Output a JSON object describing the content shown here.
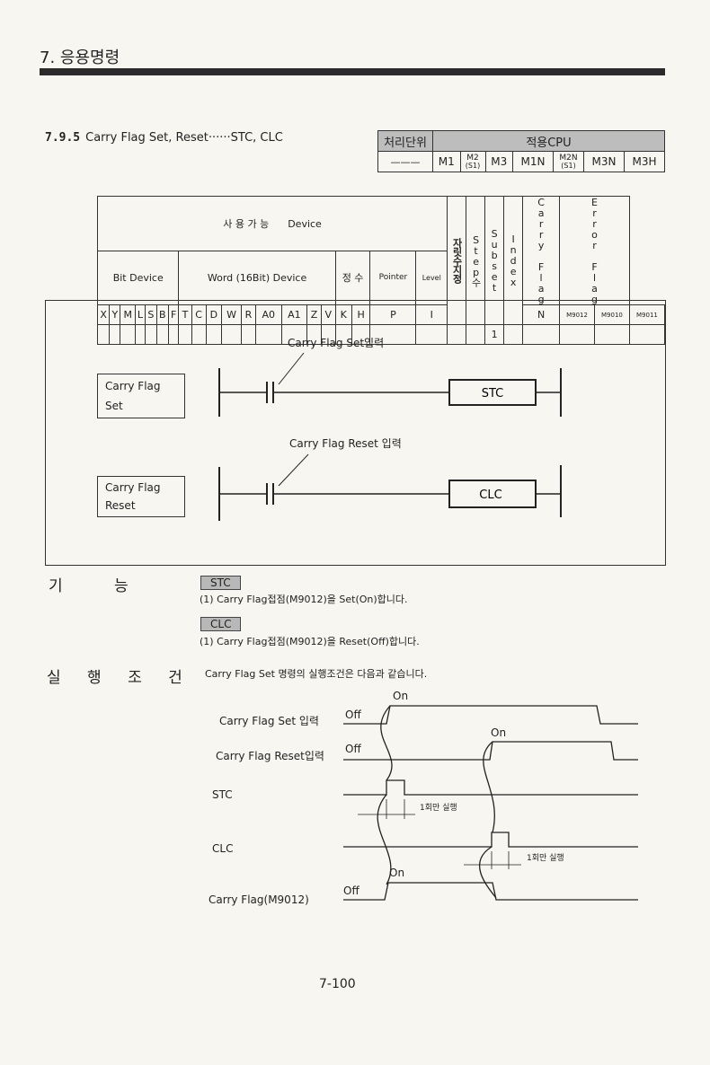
{
  "chapter": "7. 응용명령",
  "section": {
    "number": "7.9.5",
    "title": "Carry Flag Set, Reset······STC, CLC"
  },
  "cpu_table": {
    "unit_label": "처리단위",
    "apply_label": "적용CPU",
    "unit_value": "———",
    "cpus": [
      {
        "main": "M1",
        "sub": ""
      },
      {
        "main": "M2",
        "sub": "(S1)"
      },
      {
        "main": "M3",
        "sub": ""
      },
      {
        "main": "M1N",
        "sub": ""
      },
      {
        "main": "M2N",
        "sub": "(S1)"
      },
      {
        "main": "M3N",
        "sub": ""
      },
      {
        "main": "M3H",
        "sub": ""
      }
    ]
  },
  "device_table": {
    "usable": "사 용 가 능",
    "device": "Device",
    "bit_device": "Bit Device",
    "word_device": "Word (16Bit) Device",
    "constant": "정  수",
    "pointer": "Pointer",
    "level": "Level",
    "digit_spec": "자릿수지정",
    "step_count": "Step수",
    "subset": "Subset",
    "index": "Index",
    "carry_flag": "Carry Flag",
    "error_flag": "Error Flag",
    "bit_cols": [
      "X",
      "Y",
      "M",
      "L",
      "S",
      "B",
      "F"
    ],
    "word_cols": [
      "T",
      "C",
      "D",
      "W",
      "R",
      "A0",
      "A1",
      "Z",
      "V"
    ],
    "const_cols": [
      "K",
      "H"
    ],
    "pointer_cols": [
      "P",
      "I"
    ],
    "level_cols": [
      "N"
    ],
    "carry_value": "M9012",
    "error_values": [
      "M9010",
      "M9011"
    ],
    "step_value": "1"
  },
  "ladder": {
    "set_input": "Carry Flag Set입력",
    "reset_input": "Carry Flag Reset 입력",
    "set_label_1": "Carry Flag",
    "set_label_2": "Set",
    "reset_label_1": "Carry Flag",
    "reset_label_2": "Reset",
    "stc": "STC",
    "clc": "CLC"
  },
  "function": {
    "heading": "기 능",
    "stc_tag": "STC",
    "stc_desc": "(1) Carry Flag접점(M9012)을 Set(On)합니다.",
    "clc_tag": "CLC",
    "clc_desc": "(1) Carry Flag접점(M9012)을 Reset(Off)합니다."
  },
  "condition": {
    "heading": "실 행 조 건",
    "desc": "Carry Flag Set 명령의 실행조건은 다음과 같습니다.",
    "sig_set": "Carry Flag Set 입력",
    "sig_reset": "Carry Flag Reset입력",
    "sig_stc": "STC",
    "sig_clc": "CLC",
    "sig_carry": "Carry Flag(M9012)",
    "on": "On",
    "off": "Off",
    "once": "1회만 실행"
  },
  "page_number": "7-100"
}
